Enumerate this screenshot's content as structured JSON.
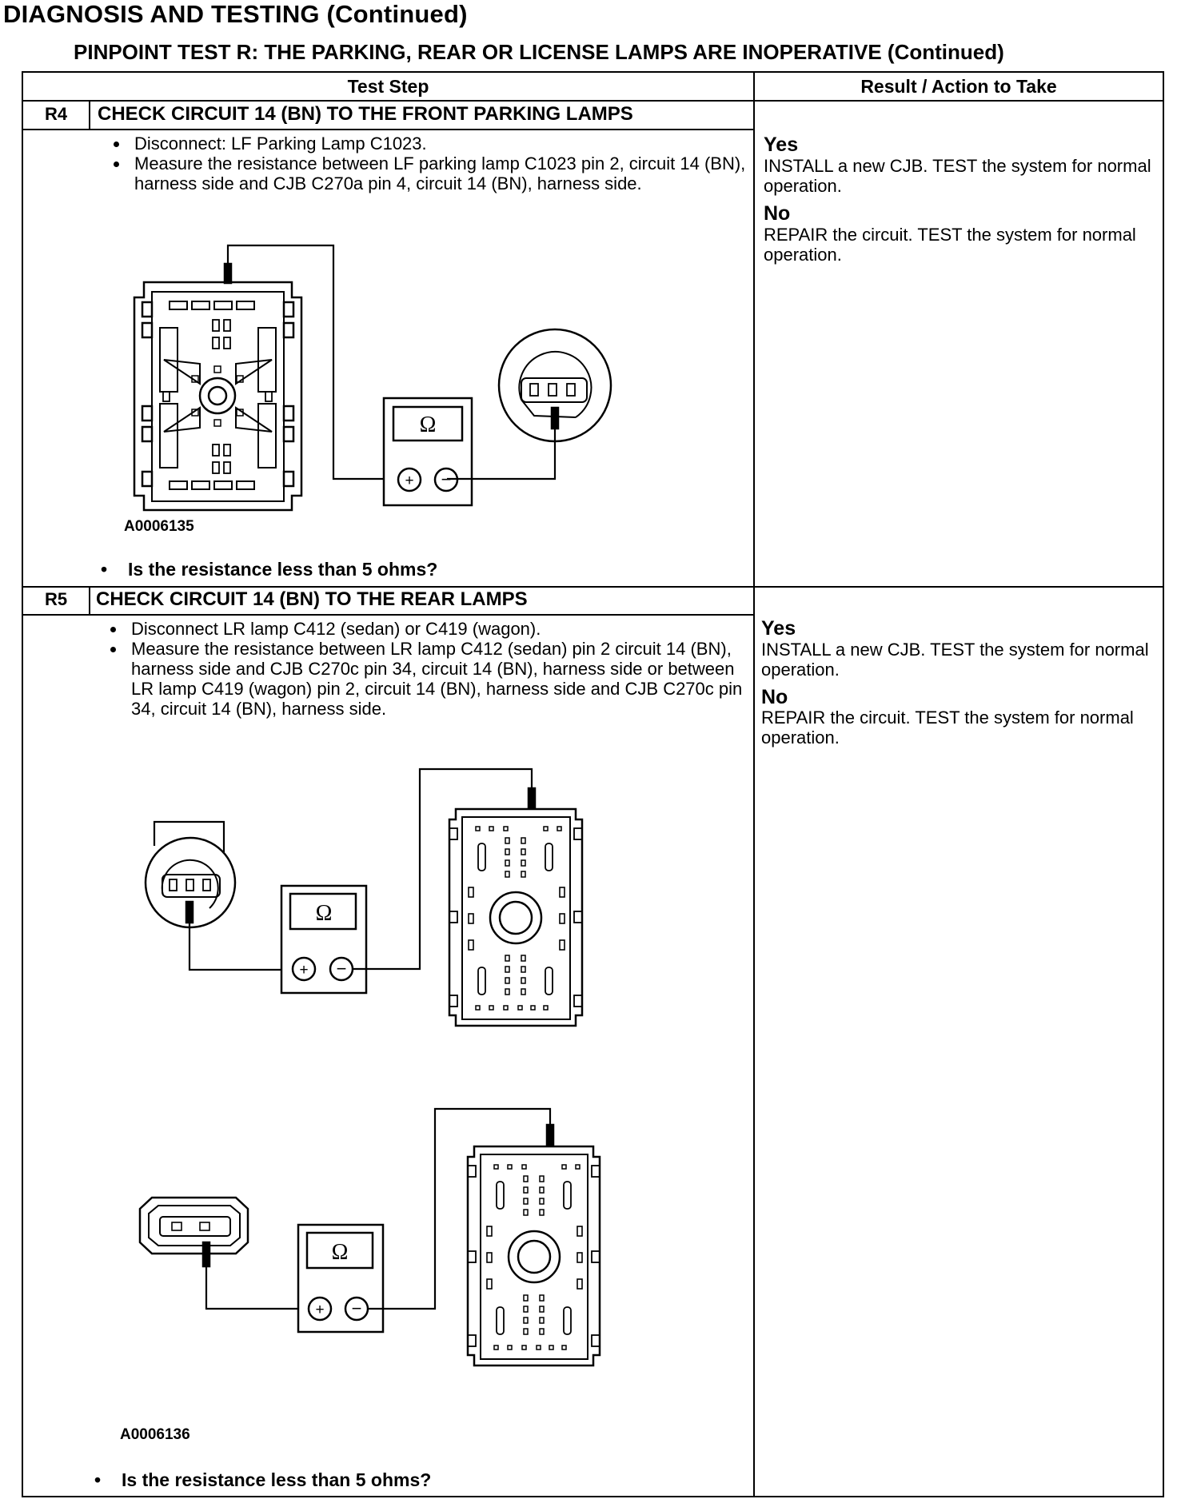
{
  "page": {
    "title": "DIAGNOSIS AND TESTING (Continued)",
    "subtitle": "PINPOINT TEST R: THE PARKING, REAR OR LICENSE LAMPS ARE INOPERATIVE (Continued)"
  },
  "table": {
    "headers": {
      "test_step": "Test Step",
      "result": "Result / Action to Take"
    },
    "steps": [
      {
        "id": "R4",
        "title": "CHECK CIRCUIT 14 (BN) TO THE FRONT PARKING LAMPS",
        "bullets": [
          "Disconnect: LF Parking Lamp C1023.",
          "Measure the resistance between LF parking lamp C1023 pin 2, circuit 14 (BN), harness side and CJB C270a pin 4, circuit 14 (BN), harness side."
        ],
        "figure_id": "A0006135",
        "question": "Is the resistance less than 5 ohms?",
        "yes_label": "Yes",
        "yes_text": "INSTALL a new CJB. TEST the system for normal operation.",
        "no_label": "No",
        "no_text": "REPAIR the circuit. TEST the system for normal operation."
      },
      {
        "id": "R5",
        "title": "CHECK CIRCUIT 14 (BN) TO THE REAR LAMPS",
        "bullets": [
          "Disconnect LR lamp C412 (sedan) or C419 (wagon).",
          "Measure the resistance between LR lamp C412 (sedan) pin 2 circuit 14 (BN), harness side and CJB C270c pin 34, circuit 14 (BN), harness side or between LR lamp C419 (wagon) pin 2, circuit 14 (BN), harness side and CJB C270c pin 34, circuit 14 (BN), harness side."
        ],
        "figure_id": "A0006136",
        "question": "Is the resistance less than 5 ohms?",
        "yes_label": "Yes",
        "yes_text": "INSTALL a new CJB. TEST the system for normal operation.",
        "no_label": "No",
        "no_text": "REPAIR the circuit. TEST the system for normal operation."
      }
    ]
  },
  "meter": {
    "ohm_symbol": "Ω",
    "plus": "+",
    "minus": "−"
  }
}
